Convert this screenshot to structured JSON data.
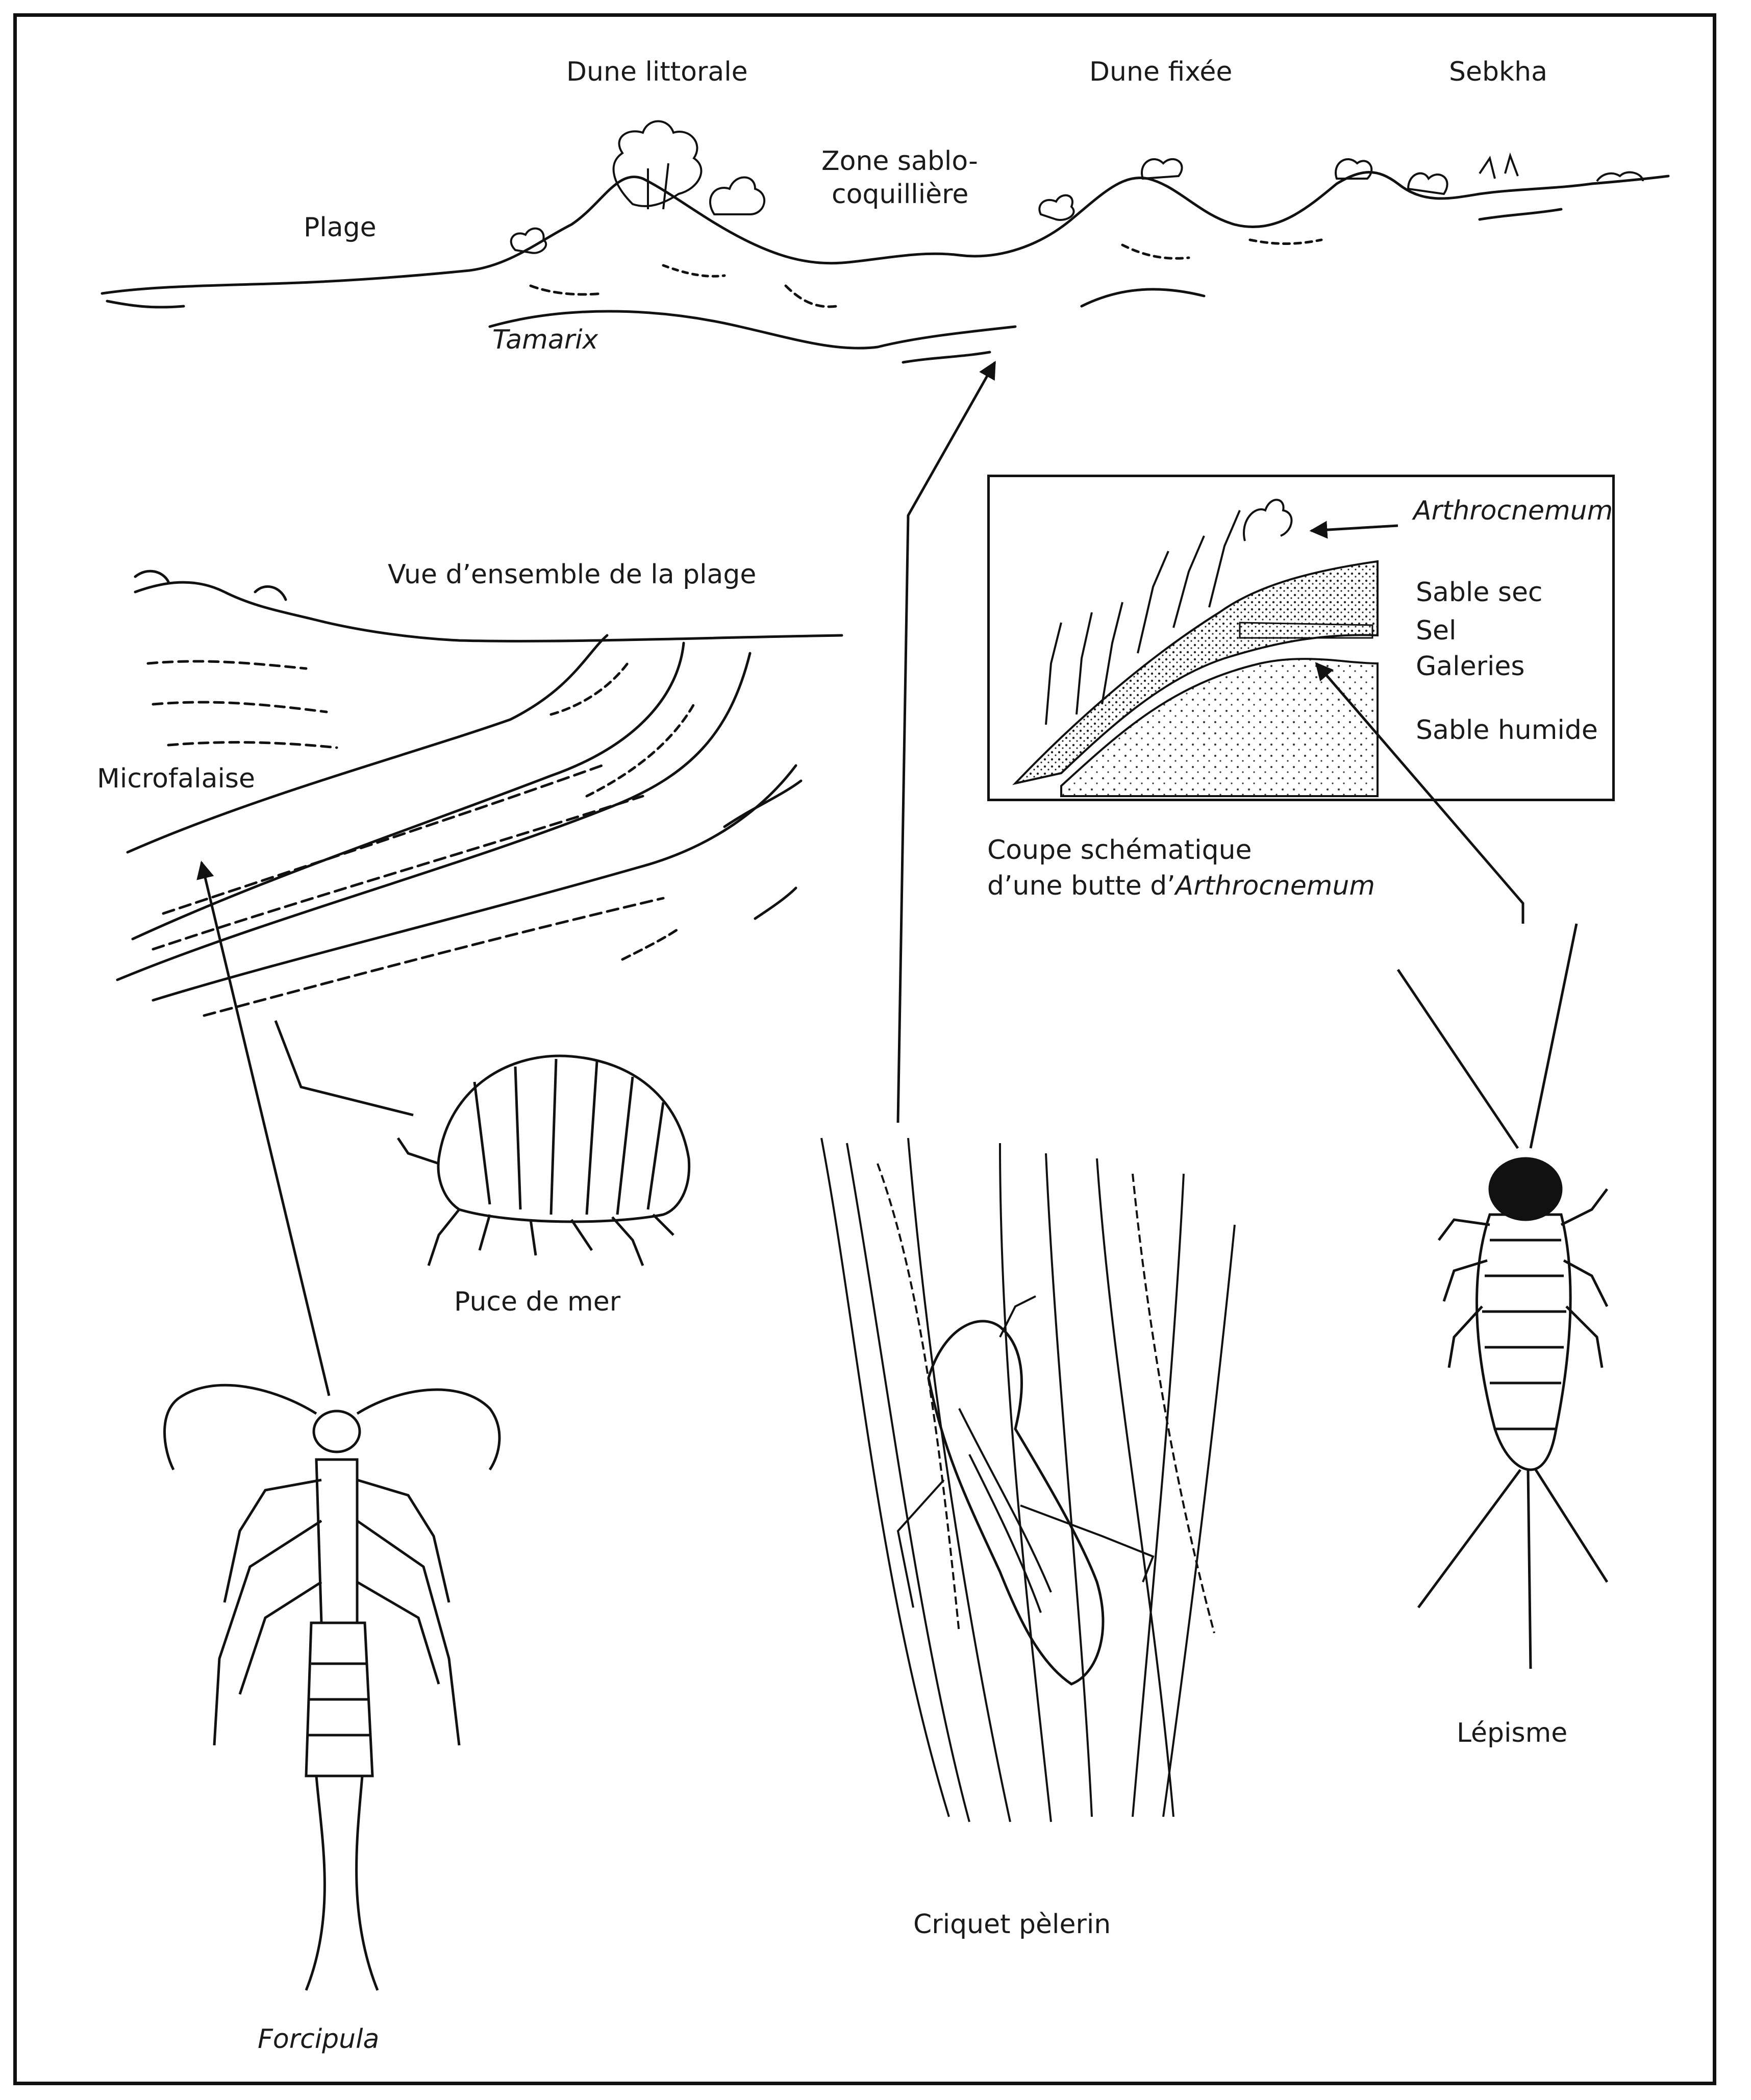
{
  "labels": {
    "dune_littorale": "Dune littorale",
    "dune_fixee": "Dune fixée",
    "sebkha": "Sebkha",
    "zone_sablo_1": "Zone sablo-",
    "zone_sablo_2": "coquillière",
    "plage": "Plage",
    "tamarix": "Tamarix",
    "vue_ensemble": "Vue d’ensemble de la plage",
    "microfalaise": "Microfalaise",
    "arthrocnemum": "Arthrocnemum",
    "sable_sec": "Sable sec",
    "sel": "Sel",
    "galeries": "Galeries",
    "sable_humide": "Sable humide",
    "coupe_1": "Coupe schématique",
    "coupe_2_prefix": "d’une butte d’",
    "coupe_2_italic": "Arthrocnemum",
    "puce_de_mer": "Puce de mer",
    "criquet_pelerin": "Criquet pèlerin",
    "lepisme": "Lépisme",
    "forcipula": "Forcipula"
  },
  "colors": {
    "ink": "#1a1a1a",
    "paper": "#ffffff"
  },
  "icons": [
    "sand-flea-icon",
    "earwig-icon",
    "locust-icon",
    "silverfish-icon",
    "dune-shrub-icon"
  ]
}
